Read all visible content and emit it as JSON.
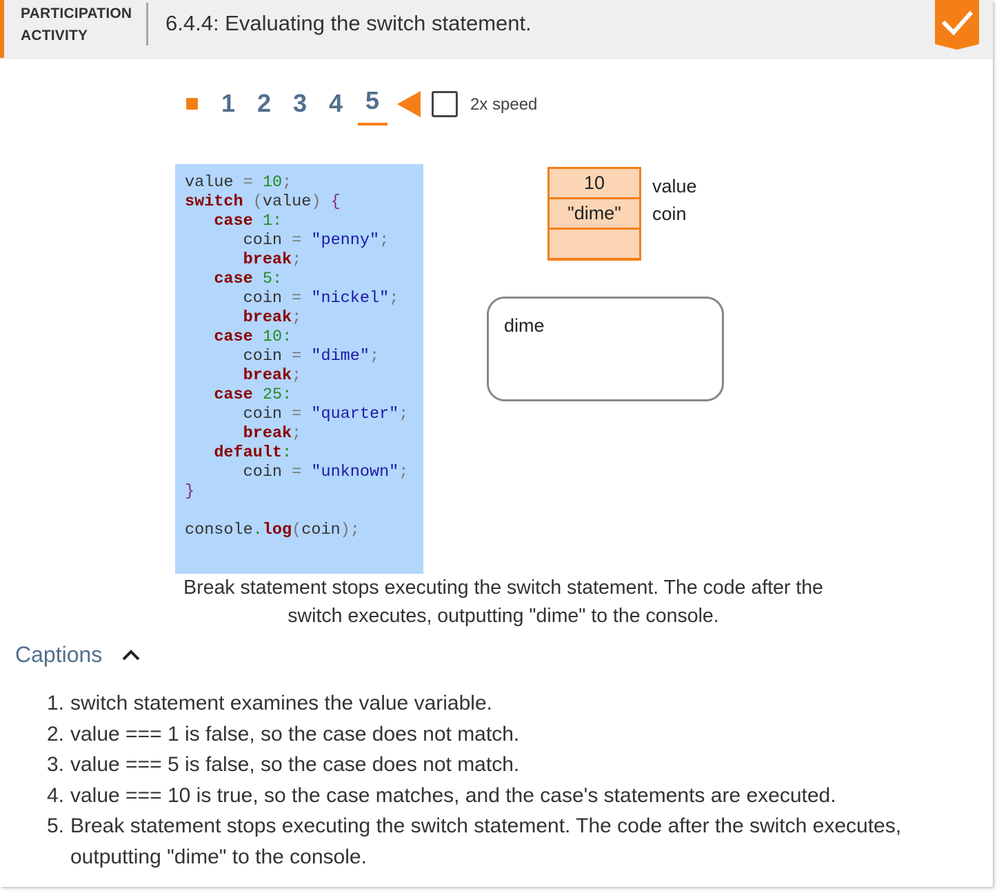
{
  "header": {
    "type_line1": "PARTICIPATION",
    "type_line2": "ACTIVITY",
    "title": "6.4.4: Evaluating the switch statement.",
    "accent_color": "#f57f17",
    "completion_icon": "check-icon"
  },
  "controls": {
    "steps": [
      "1",
      "2",
      "3",
      "4",
      "5"
    ],
    "current_step": "5",
    "play_icon": "play-triangle-icon",
    "speed_label": "2x speed",
    "speed_checked": false
  },
  "code": {
    "lines": [
      "value = 10;",
      "switch (value) {",
      "   case 1:",
      "      coin = \"penny\";",
      "      break;",
      "   case 5:",
      "      coin = \"nickel\";",
      "      break;",
      "   case 10:",
      "      coin = \"dime\";",
      "      break;",
      "   case 25:",
      "      coin = \"quarter\";",
      "      break;",
      "   default:",
      "      coin = \"unknown\";",
      "}",
      "",
      "console.log(coin);"
    ]
  },
  "memory": {
    "cells": [
      "10",
      "\"dime\"",
      ""
    ],
    "labels": [
      "value",
      "coin"
    ]
  },
  "console": {
    "output": "dime"
  },
  "caption": {
    "current": "Break statement stops executing the switch statement. The code after the switch executes, outputting \"dime\" to the console."
  },
  "captions": {
    "toggle_label": "Captions",
    "items": [
      "switch statement examines the value variable.",
      "value === 1 is false, so the case does not match.",
      "value === 5 is false, so the case does not match.",
      "value === 10 is true, so the case matches, and the case's statements are executed.",
      "Break statement stops executing the switch statement. The code after the switch executes, outputting \"dime\" to the console."
    ]
  }
}
